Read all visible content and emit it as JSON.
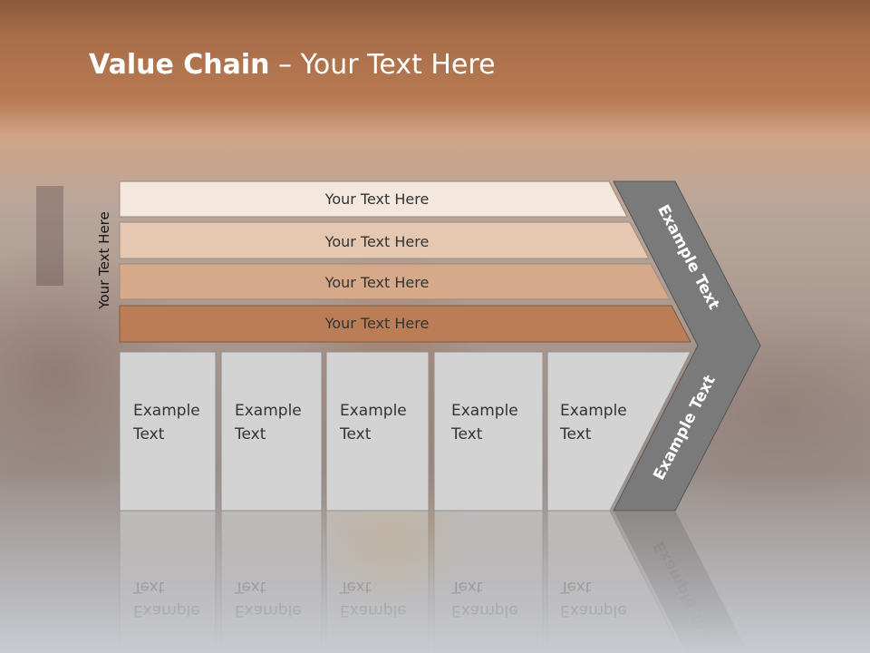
{
  "title": {
    "bold": "Value Chain",
    "rest": " – Your Text Here"
  },
  "side_label": "Your Text Here",
  "bars": [
    {
      "label": "Your Text Here",
      "color": "#f3e7de"
    },
    {
      "label": "Your Text Here",
      "color": "#e6c7b1"
    },
    {
      "label": "Your Text Here",
      "color": "#d5a98a"
    },
    {
      "label": "Your Text Here",
      "color": "#ba7d55"
    }
  ],
  "boxes": [
    {
      "line1": "Example",
      "line2": "Text"
    },
    {
      "line1": "Example",
      "line2": "Text"
    },
    {
      "line1": "Example",
      "line2": "Text"
    },
    {
      "line1": "Example",
      "line2": "Text"
    },
    {
      "line1": "Example",
      "line2": "Text"
    }
  ],
  "chevron": {
    "upper": "Example Text",
    "lower": "Example Text",
    "color": "#7a7a7a"
  },
  "box_color": "#d3d3d3"
}
